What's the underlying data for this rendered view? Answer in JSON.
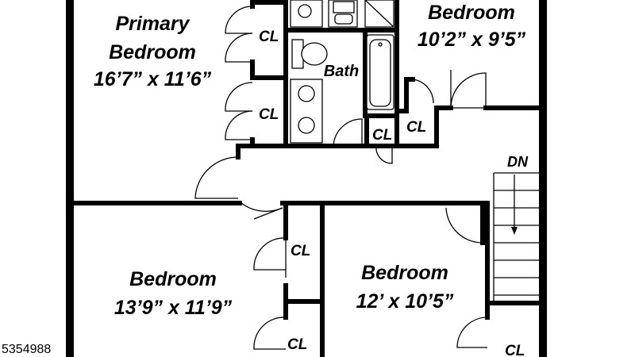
{
  "plan": {
    "rooms": [
      {
        "id": "primary",
        "name_line1": "Primary",
        "name_line2": "Bedroom",
        "dims": "16’7” x 11’6”"
      },
      {
        "id": "bed-ne",
        "name": "Bedroom",
        "dims": "10’2” x 9’5”"
      },
      {
        "id": "bed-sw",
        "name": "Bedroom",
        "dims": "13’9” x 11’9”"
      },
      {
        "id": "bed-se",
        "name": "Bedroom",
        "dims": "12’ x 10’5”"
      }
    ],
    "closets": [
      "CL",
      "CL",
      "CL",
      "CL",
      "CL",
      "CL",
      "CL"
    ],
    "bath": "Bath",
    "stairs": "DN",
    "listing_id": "5354988"
  }
}
